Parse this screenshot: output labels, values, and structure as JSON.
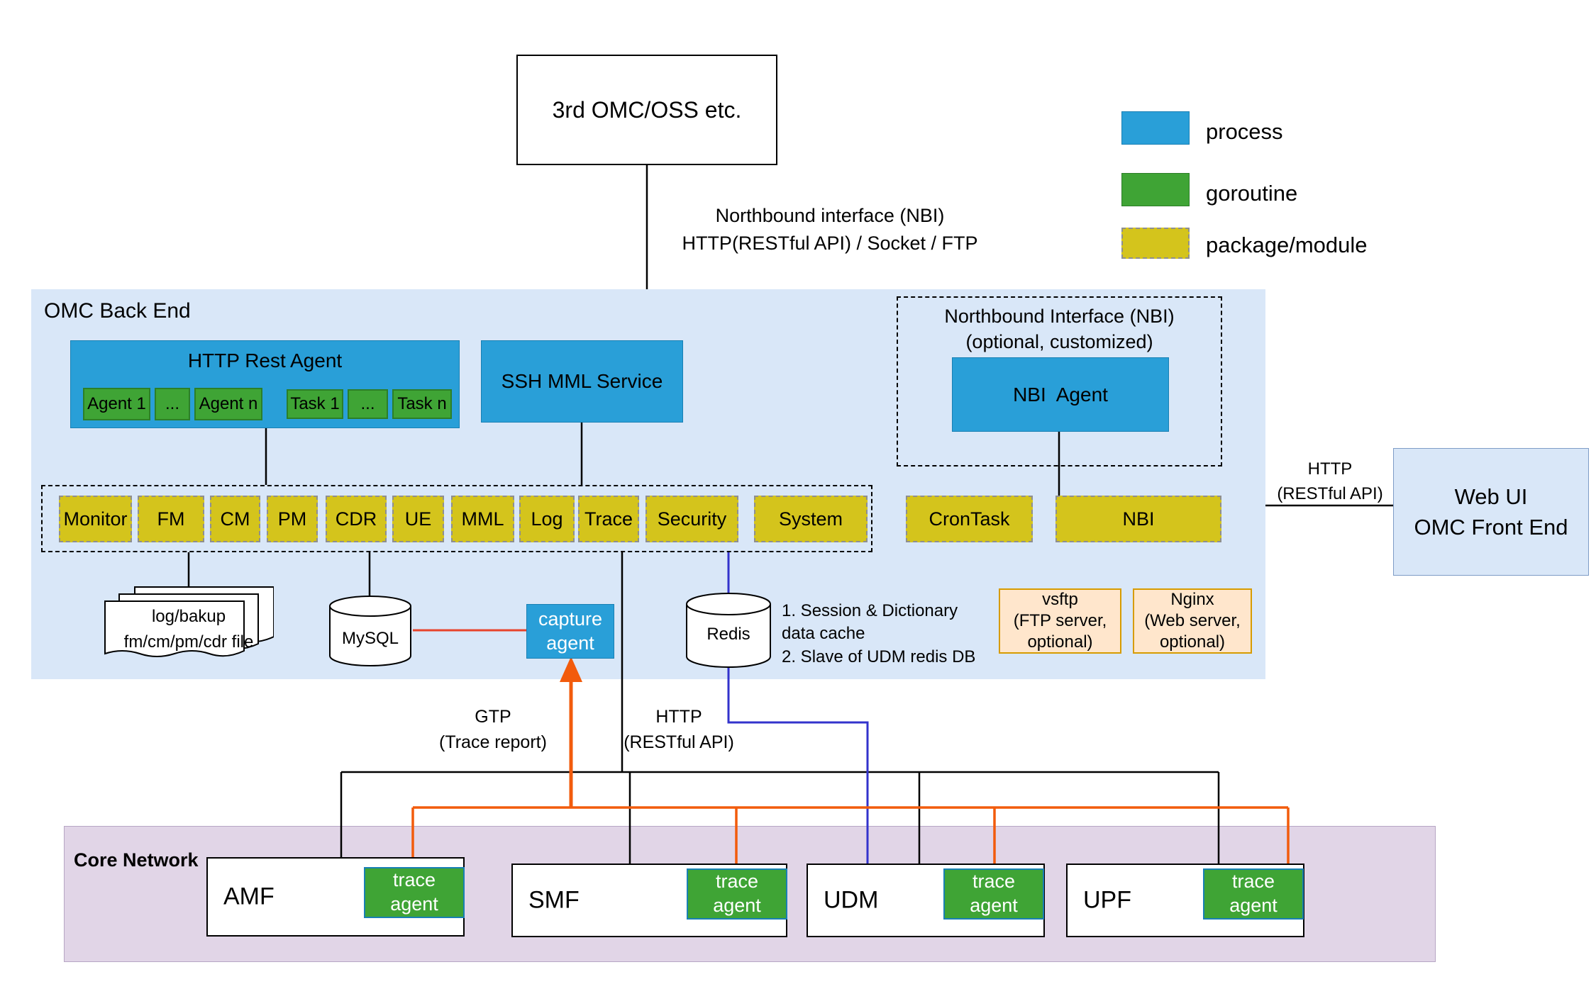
{
  "external": {
    "omc_oss_label": "3rd OMC/OSS etc."
  },
  "legend": {
    "process": "process",
    "goroutine": "goroutine",
    "package": "package/module"
  },
  "edge_labels": {
    "nbi_top": "Northbound interface (NBI)\nHTTP(RESTful API) / Socket / FTP",
    "webui_http": "HTTP\n(RESTful API)",
    "gtp": "GTP\n(Trace report)",
    "core_http": "HTTP\n(RESTful API)"
  },
  "backend": {
    "title": "OMC Back End",
    "http_rest_agent": {
      "title": "HTTP Rest Agent",
      "cells": [
        "Agent 1",
        "...",
        "Agent n",
        "Task 1",
        "...",
        "Task n"
      ]
    },
    "ssh_mml_label": "SSH MML Service",
    "nbi_group": {
      "title": "Northbound Interface (NBI)\n(optional, customized)",
      "agent_label": "NBI  Agent"
    },
    "modules": [
      "Monitor",
      "FM",
      "CM",
      "PM",
      "CDR",
      "UE",
      "MML",
      "Log",
      "Trace",
      "Security",
      "System"
    ],
    "crontask_label": "CronTask",
    "nbi_module_label": "NBI",
    "log_file_label": "log/bakup\nfm/cm/pm/cdr file",
    "mysql_label": "MySQL",
    "capture_agent_label": "capture\nagent",
    "redis_label": "Redis",
    "redis_note": "1. Session & Dictionary\ndata cache\n2. Slave of UDM redis DB",
    "vsftp_label": "vsftp\n(FTP server,\noptional)",
    "nginx_label": "Nginx\n(Web server,\noptional)"
  },
  "webui_label": "Web UI\nOMC Front End",
  "core": {
    "title": "Core Network",
    "nfs": [
      {
        "name": "AMF",
        "agent": "trace\nagent"
      },
      {
        "name": "SMF",
        "agent": "trace\nagent"
      },
      {
        "name": "UDM",
        "agent": "trace\nagent"
      },
      {
        "name": "UPF",
        "agent": "trace\nagent"
      }
    ]
  }
}
